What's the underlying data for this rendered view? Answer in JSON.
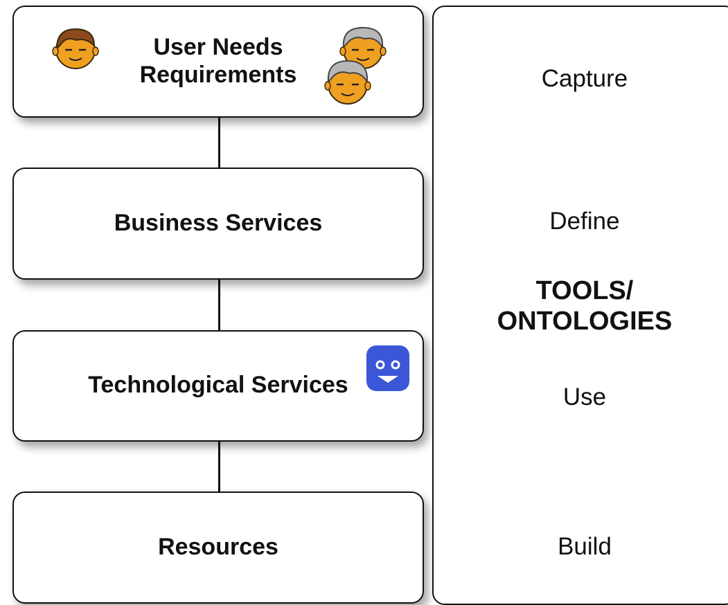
{
  "layers": [
    {
      "line1": "User Needs",
      "line2": "Requirements"
    },
    {
      "label": "Business Services"
    },
    {
      "label": "Technological Services"
    },
    {
      "label": "Resources"
    }
  ],
  "side_panel": {
    "steps": [
      "Capture",
      "Define",
      "Use",
      "Build"
    ],
    "title_line1": "TOOLS/",
    "title_line2": "ONTOLOGIES"
  },
  "icons": {
    "user_icons": [
      "user-face-icon",
      "user-face-gray-icon",
      "user-face-gray-icon"
    ],
    "robot_icon": "robot-face-icon"
  },
  "colors": {
    "face_skin": "#f0a020",
    "hair_brown": "#8b4a1c",
    "hair_gray": "#b8b8b8",
    "robot_blue": "#3b57d8"
  }
}
